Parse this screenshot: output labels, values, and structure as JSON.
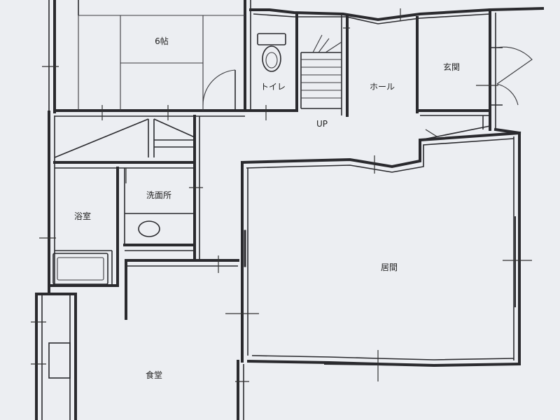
{
  "plan": {
    "rooms": {
      "tatami": "6帖",
      "toilet": "トイレ",
      "hall": "ホール",
      "entrance": "玄関",
      "stair_up": "UP",
      "bath": "浴室",
      "washroom": "洗面所",
      "living": "居間",
      "dining": "食堂"
    }
  }
}
